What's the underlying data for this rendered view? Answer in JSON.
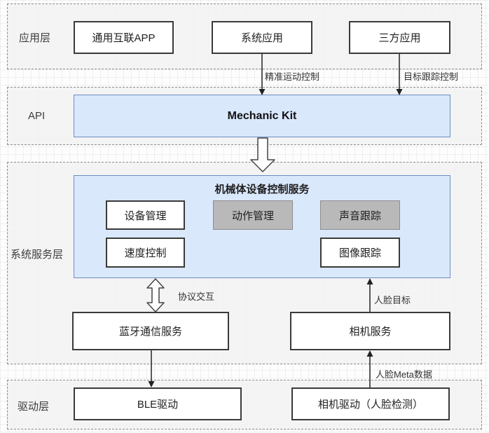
{
  "diagram": {
    "layers": {
      "app": {
        "label": "应用层"
      },
      "api": {
        "label": "API"
      },
      "service": {
        "label": "系统服务层"
      },
      "driver": {
        "label": "驱动层"
      }
    },
    "app_boxes": [
      {
        "label": "通用互联APP"
      },
      {
        "label": "系统应用"
      },
      {
        "label": "三方应用"
      }
    ],
    "api_box": {
      "label": "Mechanic Kit"
    },
    "service_group": {
      "title": "机械体设备控制服务",
      "modules": [
        {
          "label": "设备管理",
          "variant": "white"
        },
        {
          "label": "动作管理",
          "variant": "gray"
        },
        {
          "label": "声音跟踪",
          "variant": "gray"
        },
        {
          "label": "速度控制",
          "variant": "white"
        },
        {
          "label": "图像跟踪",
          "variant": "white"
        }
      ]
    },
    "mid_boxes": [
      {
        "label": "蓝牙通信服务"
      },
      {
        "label": "相机服务"
      }
    ],
    "driver_boxes": [
      {
        "label": "BLE驱动"
      },
      {
        "label": "相机驱动（人脸检测）"
      }
    ],
    "edge_labels": {
      "precise_motion": "精准运动控制",
      "target_tracking": "目标跟踪控制",
      "protocol": "协议交互",
      "face_target": "人脸目标",
      "face_meta": "人脸Meta数据"
    },
    "colors": {
      "blue_fill": "#dae8fc",
      "blue_stroke": "#6c8ebf",
      "gray_fill": "#b9b9b9",
      "gray_stroke": "#8c8c8c",
      "box_stroke": "#3a3a3a",
      "layer_fill": "#f2f2f2",
      "dashed_stroke": "#8c8c8c",
      "text": "#1f1f1f"
    }
  }
}
